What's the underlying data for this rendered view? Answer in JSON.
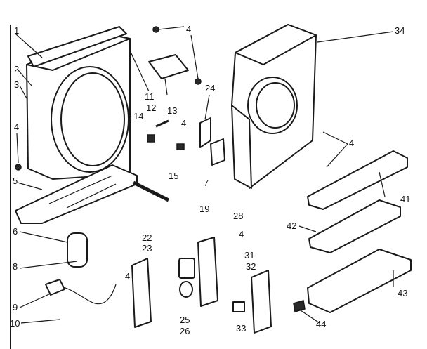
{
  "labels": {
    "l1": "1",
    "l2": "2",
    "l3": "3",
    "l4a": "4",
    "l5": "5",
    "l6": "6",
    "l7": "7",
    "l8": "8",
    "l9": "9",
    "l10": "10",
    "l11": "11",
    "l12": "12",
    "l13": "13",
    "l14": "14",
    "l15": "15",
    "l19": "19",
    "l22": "22",
    "l23": "23",
    "l24": "24",
    "l25": "25",
    "l26": "26",
    "l28": "28",
    "l31": "31",
    "l32": "32",
    "l33": "33",
    "l34": "34",
    "l41": "41",
    "l42": "42",
    "l43": "43",
    "l44": "44",
    "l4b": "4",
    "l4c": "4",
    "l4d": "4",
    "l4e": "4",
    "l4f": "4"
  }
}
